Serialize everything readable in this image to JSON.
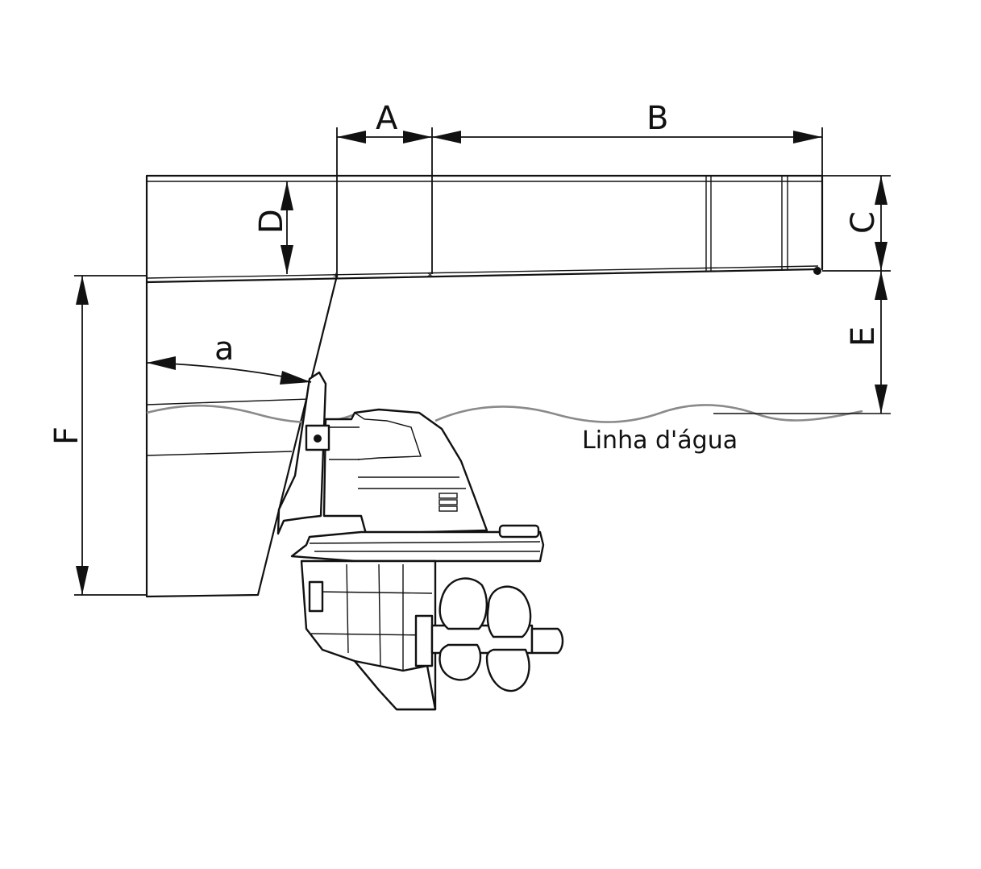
{
  "labels": {
    "a_dim": "A",
    "b_dim": "B",
    "c_dim": "C",
    "d_dim": "D",
    "e_dim": "E",
    "f_dim": "F",
    "angle": "a",
    "waterline": "Linha d'água"
  }
}
